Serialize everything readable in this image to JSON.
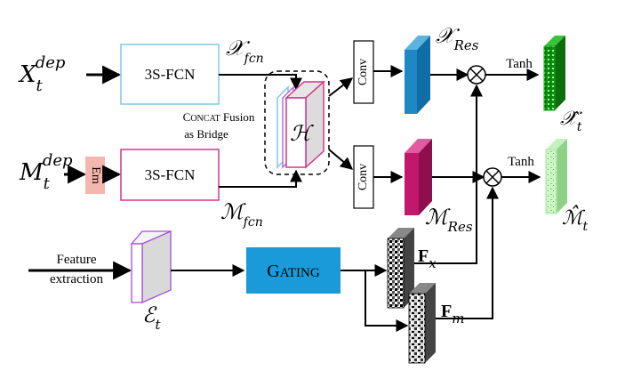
{
  "inputs": {
    "x_dep": {
      "base": "X",
      "sub": "t",
      "sup": "dep"
    },
    "m_dep": {
      "base": "M",
      "sub": "t",
      "sup": "dep"
    },
    "feature": {
      "line1": "Feature",
      "line2": "extraction"
    }
  },
  "blocks": {
    "em": "Em",
    "fcn_top": "3S-FCN",
    "fcn_bottom": "3S-FCN",
    "conv_top": "Conv",
    "conv_bottom": "Conv",
    "gating": {
      "first": "G",
      "rest": "ATING"
    }
  },
  "fusion": {
    "label_line1_a": "C",
    "label_line1_b": "ONCAT",
    "label_line1_c": " Fusion",
    "label_line2": "as Bridge",
    "symbol": "ℋ"
  },
  "labels": {
    "x_fcn": {
      "base": "𝒳",
      "sub": "fcn"
    },
    "m_fcn": {
      "base": "ℳ",
      "sub": "fcn"
    },
    "x_res": {
      "base": "𝒳",
      "sub": "Res"
    },
    "m_res": {
      "base": "ℳ",
      "sub": "Res"
    },
    "e_t": {
      "base": "ℰ",
      "sub": "t"
    },
    "f_x": {
      "base": "F",
      "sub": "x"
    },
    "f_m": {
      "base": "F",
      "sub": "m"
    },
    "tanh_top": "Tanh",
    "tanh_bottom": "Tanh",
    "out_x": {
      "base": "𝒳̂",
      "sub": "t"
    },
    "out_m": {
      "base": "ℳ̂",
      "sub": "t"
    }
  },
  "colors": {
    "fcn_top_border": "#7ec8e3",
    "fcn_bottom_border": "#d6358a",
    "em_fill": "#f4b6ae",
    "gating_fill": "#1a9ad8",
    "x_res_fill": "#1f88c4",
    "m_res_fill": "#c2186b",
    "e_t_border": "#a64dd6",
    "out_x_fill": "#1aa31a",
    "out_m_fill": "#a8e6a0"
  }
}
